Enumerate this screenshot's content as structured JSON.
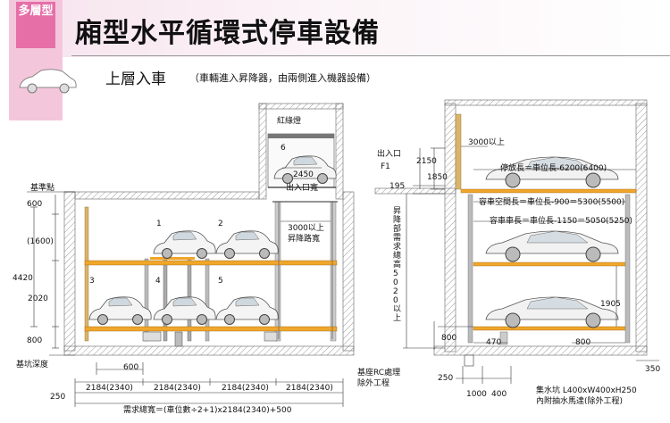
{
  "header": {
    "badge": "多層型",
    "title": "廂型水平循環式停車設備",
    "subtitle": "上層入車",
    "subnote": "（車輛進入昇降器，由兩側進入機器設備）"
  },
  "left": {
    "ref_point": "基準點",
    "dim_600_top": "600",
    "dim_1600": "(1600)",
    "dim_4420": "4420",
    "dim_2020": "2020",
    "dim_800": "800",
    "pit_depth": "基坑深度",
    "dim_600_bottom": "600",
    "dim_250": "250",
    "spans": [
      "2184(2340)",
      "2184(2340)",
      "2184(2340)",
      "2184(2340)"
    ],
    "total_width": "需求總寬＝(車位數÷2+1)x2184(2340)+500",
    "rc_note_1": "基座RC處理",
    "rc_note_2": "除外工程",
    "light": "紅綠燈",
    "cab_no": "6",
    "dim_2450": "2450",
    "entrance_width": "出入口寬",
    "lift_width_1": "3000以上",
    "lift_width_2": "昇降路寬",
    "slots": [
      "1",
      "2",
      "3",
      "4",
      "5"
    ]
  },
  "right": {
    "entrance": "出入口",
    "floor": "F1",
    "dim_3000": "3000以上",
    "dim_2150": "2150",
    "dim_1850": "1850",
    "dim_195": "195",
    "parking_len": "停放長＝車位長-6200(6400)",
    "clear_len": "容車空間長＝車位長-900＝5300(5500)",
    "car_len": "容車車長＝車位長-1150＝5050(5250)",
    "shaft_depth": "昇降部需求總高5020以上",
    "dim_1905": "1905",
    "dim_800_left": "800",
    "dim_470": "470",
    "dim_800_right": "800",
    "dim_250": "250",
    "dim_1000": "1000",
    "dim_400": "400",
    "dim_350": "350",
    "sump_1": "集水坑 L400xW400xH250",
    "sump_2": "內附抽水馬達(除外工程)"
  }
}
